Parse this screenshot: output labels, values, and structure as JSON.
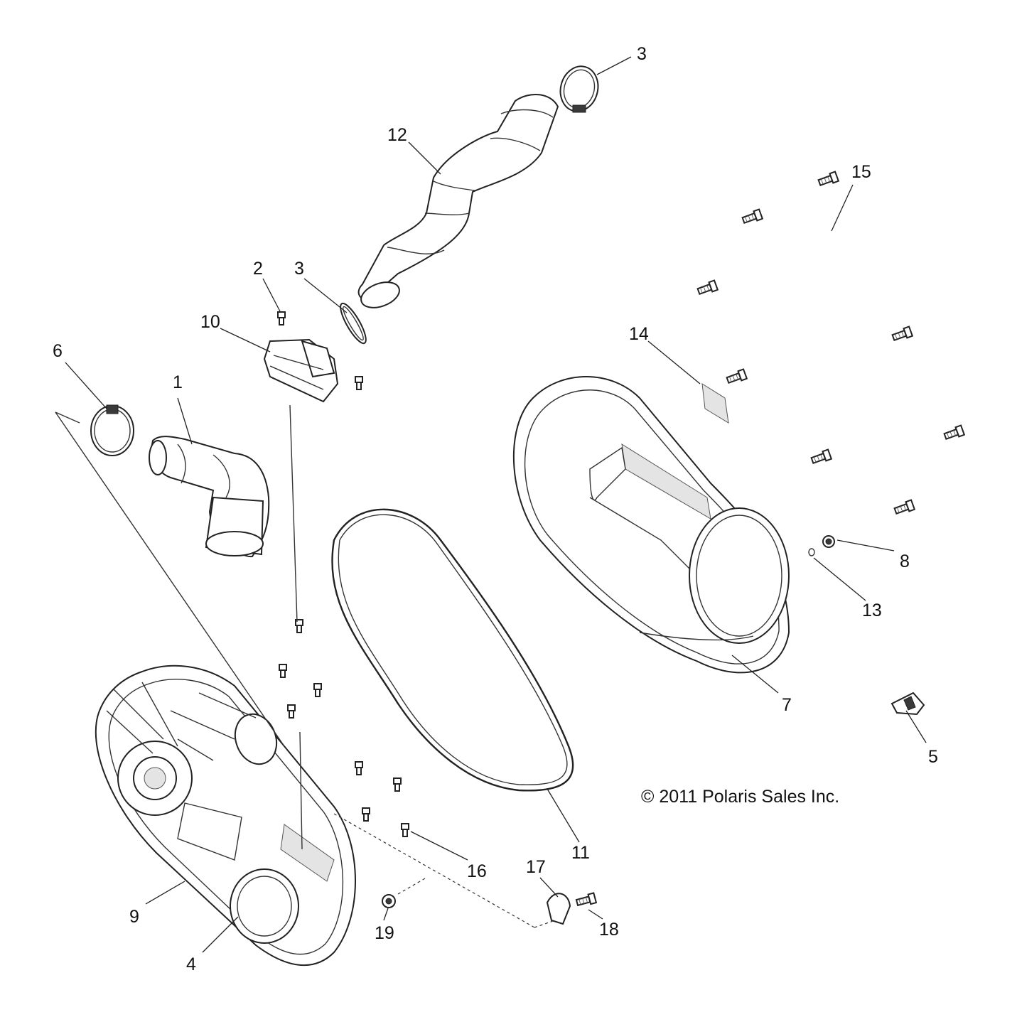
{
  "callouts": {
    "c1": "1",
    "c2": "2",
    "c3a": "3",
    "c3b": "3",
    "c4": "4",
    "c5": "5",
    "c6": "6",
    "c7": "7",
    "c8": "8",
    "c9": "9",
    "c10": "10",
    "c11": "11",
    "c12": "12",
    "c13": "13",
    "c14": "14",
    "c15": "15",
    "c16": "16",
    "c17": "17",
    "c18": "18",
    "c19": "19"
  },
  "copyright": "© 2011 Polaris Sales Inc."
}
